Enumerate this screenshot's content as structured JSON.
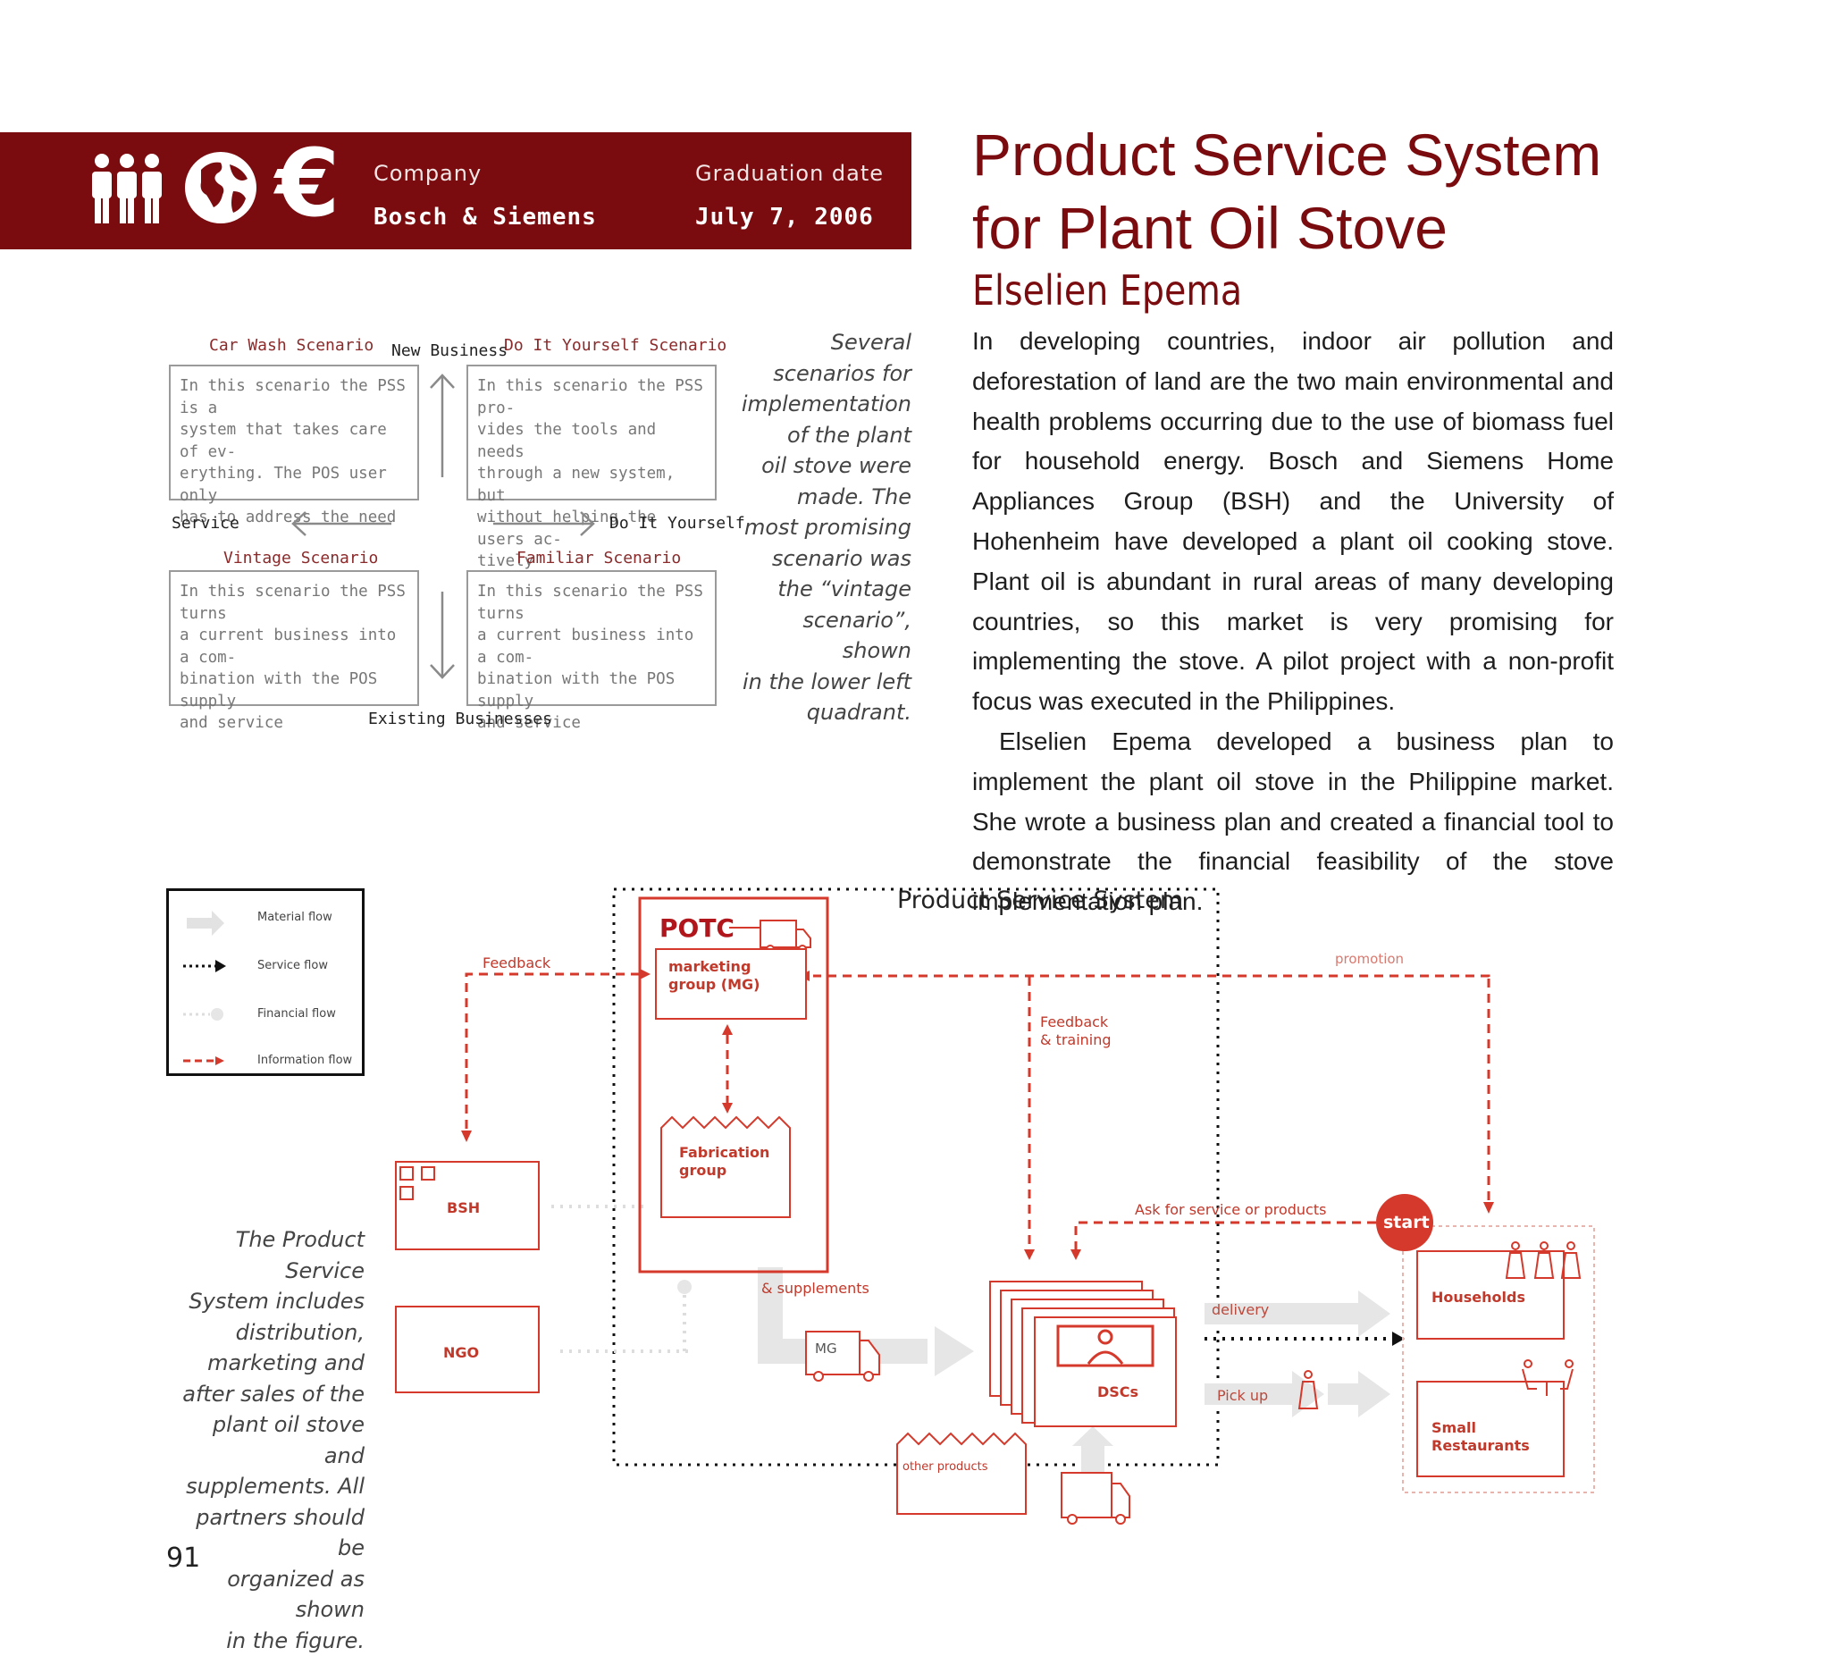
{
  "header": {
    "company_label": "Company",
    "company_value": "Bosch & Siemens",
    "date_label": "Graduation date",
    "date_value": "July 7, 2006",
    "icons": [
      "people-icon",
      "globe-icon",
      "euro-icon"
    ],
    "banner_color": "#7a0b0e"
  },
  "title": {
    "line1": "Product Service System",
    "line2": "for Plant Oil Stove",
    "author": "Elselien Epema"
  },
  "intro": {
    "p1": "In developing countries, indoor air pollution and deforestation of land are the two main environmental and health problems occurring due to the use of biomass fuel for household energy. Bosch and Siemens Home Appliances Group (BSH) and the University of Hohenheim have developed a plant oil cooking stove. Plant oil is abundant in rural areas of many developing countries, so this market is very promising for implementing the stove. A pilot project with a non-profit focus was executed in the Philippines.",
    "p2": "Elselien Epema developed a business plan to implement the plant oil stove in the Philippine market. She wrote a business plan and created a financial tool to demonstrate the financial feasibility of the stove implementation plan."
  },
  "scenarios": {
    "axis_top": "New Business",
    "axis_bottom": "Existing Businesses",
    "axis_left": "Service",
    "axis_right": "Do It Yourself",
    "quadrants": [
      {
        "title": "Car Wash Scenario",
        "lines": [
          "In this scenario the PSS is a",
          "system that takes care of ev-",
          "erything. The POS user only",
          "has to address the need"
        ]
      },
      {
        "title": "Do It Yourself Scenario",
        "lines": [
          "In this scenario the PSS pro-",
          "vides the tools and needs",
          "through a new system, but",
          "without helping the users ac-",
          "tively"
        ]
      },
      {
        "title": "Vintage Scenario",
        "lines": [
          "In this scenario the PSS turns",
          "a current business into a com-",
          "bination with the POS supply",
          "and service"
        ]
      },
      {
        "title": "Familiar Scenario",
        "lines": [
          "In this scenario the PSS turns",
          "a current business into a com-",
          "bination with the POS supply",
          "and service"
        ]
      }
    ]
  },
  "caption_scenarios": [
    "Several",
    "scenarios for",
    "implementation",
    "of the plant",
    "oil stove were",
    "made. The",
    "most promising",
    "scenario was",
    "the “vintage",
    "scenario”, shown",
    "in the lower left",
    "quadrant."
  ],
  "caption_pss": [
    "The Product Service",
    "System includes",
    "distribution,",
    "marketing and",
    "after sales of the",
    "plant oil stove and",
    "supplements. All",
    "partners should be",
    "organized as shown",
    "in the figure."
  ],
  "legend": {
    "material": "Material flow",
    "service": "Service flow",
    "financial": "Financial flow",
    "information": "Information flow"
  },
  "flow": {
    "pss_title": "Product Service System",
    "potc": "POTC",
    "marketing": "marketing",
    "marketing2": "group (MG)",
    "fabrication": "Fabrication",
    "fabrication2": "group",
    "bsh": "BSH",
    "ngo": "NGO",
    "feedback": "Feedback",
    "feedback_training": "Feedback",
    "feedback_training2": "& training",
    "promotion": "promotion",
    "ask": "Ask for service or products",
    "start": "start",
    "supplements": "& supplements",
    "mg": "MG",
    "delivery": "delivery",
    "pickup": "Pick up",
    "dscs": "DSCs",
    "households": "Households",
    "small": "Small",
    "restaurants": "Restaurants",
    "other_products": "other products",
    "accent": "#d4392b"
  },
  "page_number": "91"
}
